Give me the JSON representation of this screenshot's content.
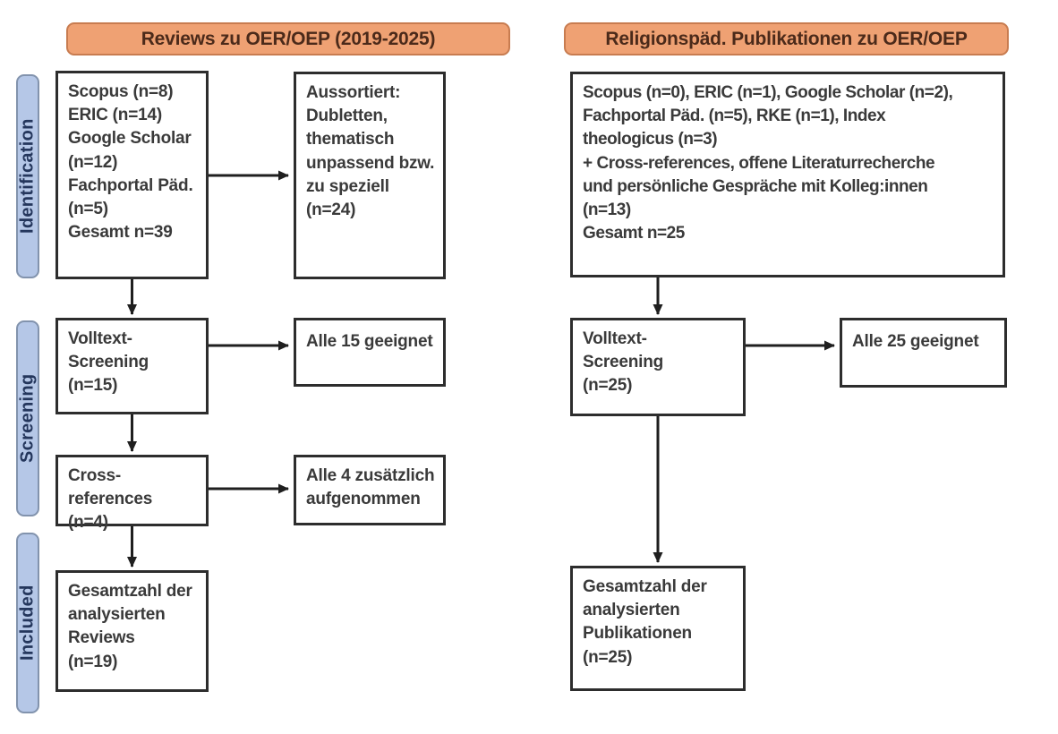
{
  "headers": {
    "left": "Reviews zu OER/OEP (2019-2025)",
    "right": "Religionspäd. Publikationen zu OER/OEP"
  },
  "stage_labels": {
    "identification": "Identification",
    "screening": "Screening",
    "included": "Included"
  },
  "boxes": {
    "sources_reviews": "Scopus (n=8)\nERIC (n=14)\nGoogle Scholar\n(n=12)\nFachportal Päd.\n(n=5)\nGesamt n=39",
    "excluded_reviews": "Aussortiert:\nDubletten,\nthematisch\nunpassend bzw.\nzu speziell\n(n=24)",
    "fulltext_reviews": "Volltext-\nScreening\n(n=15)",
    "eligible_reviews": "Alle 15 geeignet",
    "crossrefs_reviews": "Cross-references\n(n=4)",
    "crossrefs_added": "Alle 4 zusätzlich\naufgenommen",
    "included_reviews": "Gesamtzahl der\nanalysierten\nReviews\n(n=19)",
    "sources_relpaed": "Scopus (n=0), ERIC (n=1), Google Scholar (n=2),\nFachportal Päd. (n=5), RKE (n=1), Index\ntheologicus (n=3)\n+ Cross-references, offene Literaturrecherche\nund persönliche Gespräche mit Kolleg:innen\n(n=13)\nGesamt n=25",
    "fulltext_relpaed": "Volltext-\nScreening\n(n=25)",
    "eligible_relpaed": "Alle 25 geeignet",
    "included_relpaed": "Gesamtzahl der\nanalysierten\nPublikationen\n(n=25)"
  },
  "colors": {
    "header_fill": "#EFA173",
    "header_border": "#C87C50",
    "header_text": "#4B2A1A",
    "stage_fill": "#B5C7E7",
    "stage_border": "#8293AD",
    "stage_text": "#24365C",
    "box_border": "#2D2D2D",
    "box_text": "#3A3A3A",
    "arrow": "#1F1F1F",
    "background": "#FFFFFF"
  }
}
